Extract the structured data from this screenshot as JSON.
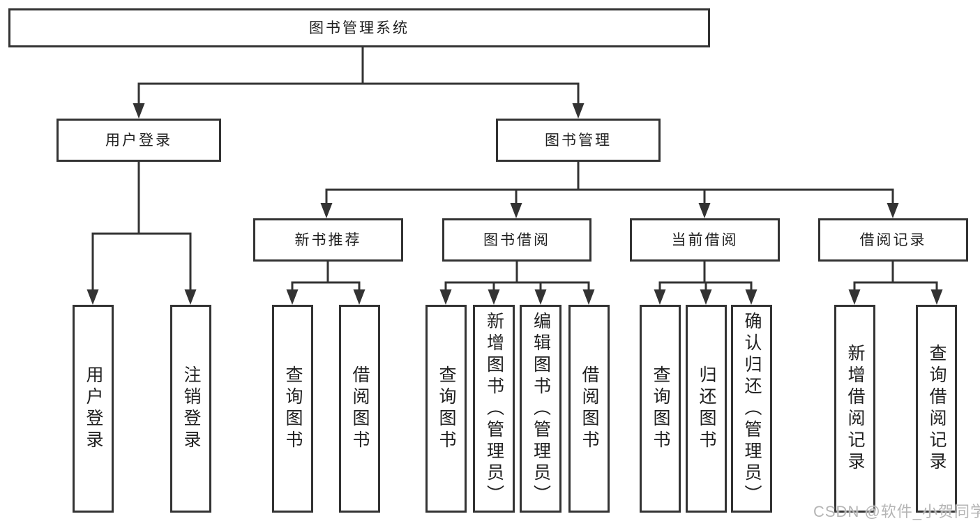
{
  "colors": {
    "line": "#333333",
    "text": "#1f1f1f",
    "watermark": "#b5b5b5",
    "background": "#ffffff"
  },
  "watermark": {
    "text": "CSDN @软件_小贺同学"
  },
  "tree": {
    "label": "图书管理系统",
    "children": [
      {
        "label": "用户登录",
        "children": [
          {
            "label": "用户登录"
          },
          {
            "label": "注销登录"
          }
        ]
      },
      {
        "label": "图书管理",
        "children": [
          {
            "label": "新书推荐",
            "children": [
              {
                "label": "查询图书"
              },
              {
                "label": "借阅图书"
              }
            ]
          },
          {
            "label": "图书借阅",
            "children": [
              {
                "label": "查询图书"
              },
              {
                "label": "新增图书（管理员）"
              },
              {
                "label": "编辑图书（管理员）"
              },
              {
                "label": "借阅图书"
              }
            ]
          },
          {
            "label": "当前借阅",
            "children": [
              {
                "label": "查询图书"
              },
              {
                "label": "归还图书"
              },
              {
                "label": "确认归还（管理员）"
              }
            ]
          },
          {
            "label": "借阅记录",
            "children": [
              {
                "label": "新增借阅记录"
              },
              {
                "label": "查询借阅记录"
              }
            ]
          }
        ]
      }
    ]
  }
}
